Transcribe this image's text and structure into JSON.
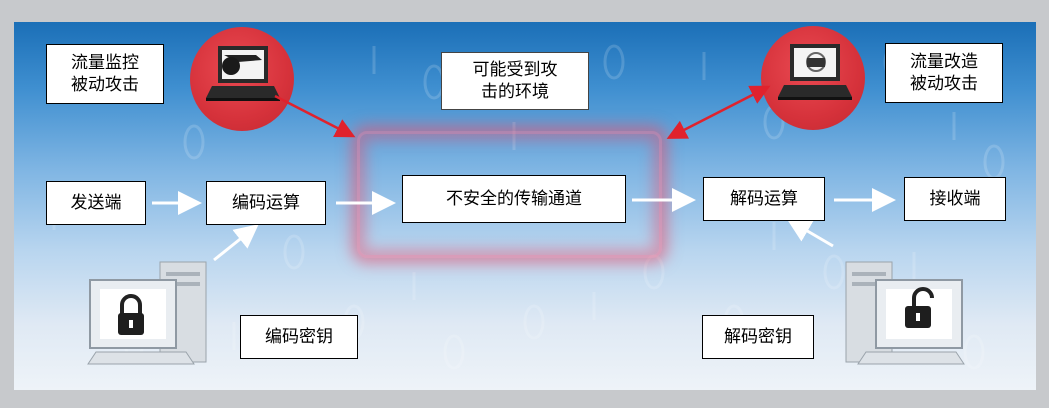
{
  "labels": {
    "passive_attack": [
      "流量监控",
      "被动攻击"
    ],
    "hostile_env": [
      "可能受到攻",
      "击的环境"
    ],
    "active_attack": [
      "流量改造",
      "被动攻击"
    ],
    "sender": "发送端",
    "encode": "编码运算",
    "channel": "不安全的传输通道",
    "decode": "解码运算",
    "receiver": "接收端",
    "encode_key": "编码密钥",
    "decode_key": "解码密钥"
  },
  "colors": {
    "attack_circle": "#d6323b",
    "attack_arrow": "#e0222d",
    "flow_arrow": "#ffffff",
    "channel_glow": "#e6506e"
  },
  "icons": {
    "passive_attacker": "laptop-icon",
    "active_attacker": "laptop-icon",
    "encode_computer": "locked-computer-icon",
    "decode_computer": "unlocked-computer-icon"
  }
}
